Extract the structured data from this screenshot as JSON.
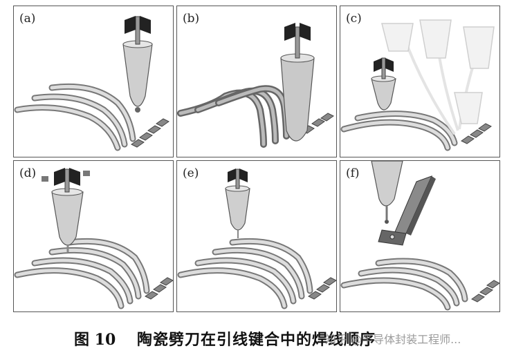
{
  "figure": {
    "panels": [
      {
        "id": "a",
        "label": "(a)"
      },
      {
        "id": "b",
        "label": "(b)"
      },
      {
        "id": "c",
        "label": "(c)"
      },
      {
        "id": "d",
        "label": "(d)"
      },
      {
        "id": "e",
        "label": "(e)"
      },
      {
        "id": "f",
        "label": "(f)"
      }
    ],
    "caption": {
      "number": "图 10",
      "text": "陶瓷劈刀在引线键合中的焊线顺序"
    },
    "watermark": "知乎 @半导体封装工程师..."
  }
}
